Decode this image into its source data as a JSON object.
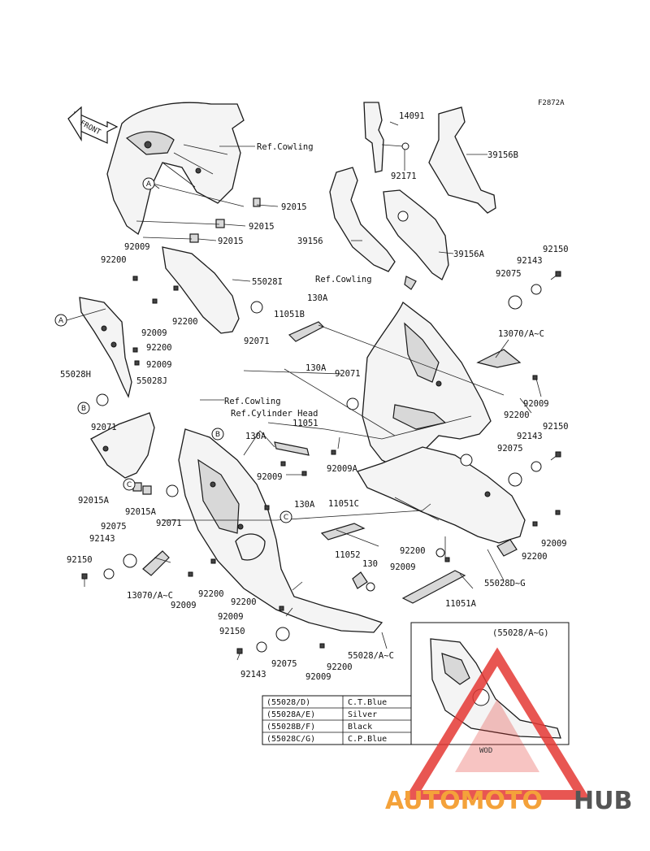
{
  "figure_code": "F2872A",
  "front_label": "FRONT",
  "wod_label": "WOD",
  "inset_title": "(55028/A~G)",
  "ref_labels": {
    "cowling_top": "Ref.Cowling",
    "cowling_mid": "Ref.Cowling",
    "cowling_low": "Ref.Cowling",
    "cylinder_head": "Ref.Cylinder Head"
  },
  "callouts": {
    "a": "A",
    "b": "B",
    "c": "C"
  },
  "parts": {
    "p14091": "14091",
    "p92171": "92171",
    "p39156B": "39156B",
    "p39156": "39156",
    "p39156A": "39156A",
    "p92150a": "92150",
    "p92143a": "92143",
    "p92075a": "92075",
    "p92015a": "92015",
    "p92015b": "92015",
    "p92015c": "92015",
    "p92009a": "92009",
    "p92200a": "92200",
    "p55028I": "55028I",
    "p92200b": "92200",
    "p92009b": "92009",
    "p92200c": "92200",
    "p92009c": "92009",
    "p92071a": "92071",
    "p55028H": "55028H",
    "p55028J": "55028J",
    "p130Aa": "130A",
    "p11051B": "11051B",
    "p130Ab": "130A",
    "p92071b": "92071",
    "p13070a": "13070/A~C",
    "p92009d": "92009",
    "p92200d": "92200",
    "p92150b": "92150",
    "p92143b": "92143",
    "p92075b": "92075",
    "p92071c": "92071",
    "p130Ac": "130A",
    "p11051": "11051",
    "p92009e": "92009",
    "p92009A": "92009A",
    "p130Ad": "130A",
    "p92015A": "92015A",
    "p92015A2": "92015A",
    "p92071d": "92071",
    "p92075c": "92075",
    "p92143c": "92143",
    "p92150c": "92150",
    "p13070b": "13070/A~C",
    "p92009f": "92009",
    "p92200e": "92200",
    "p11051C": "11051C",
    "p11052": "11052",
    "p92200f": "92200",
    "p92009g": "92009",
    "p130": "130",
    "p92009h": "92009",
    "p92200g": "92200",
    "p55028D": "55028D~G",
    "p11051A": "11051A",
    "p92200h": "92200",
    "p92009i": "92009",
    "p92150d": "92150",
    "p92143d": "92143",
    "p92075d": "92075",
    "p92009j": "92009",
    "p92200i": "92200",
    "p55028A": "55028/A~C"
  },
  "color_table": [
    {
      "code": "(55028/D)",
      "color": "C.T.Blue"
    },
    {
      "code": "(55028A/E)",
      "color": "Silver"
    },
    {
      "code": "(55028B/F)",
      "color": "Black"
    },
    {
      "code": "(55028C/G)",
      "color": "C.P.Blue"
    }
  ],
  "watermark": {
    "part1": "AUTOMOTO",
    "part2": "HUB",
    "color1": "#f4a23a",
    "color2": "#555555",
    "logo_color": "#e53935"
  }
}
